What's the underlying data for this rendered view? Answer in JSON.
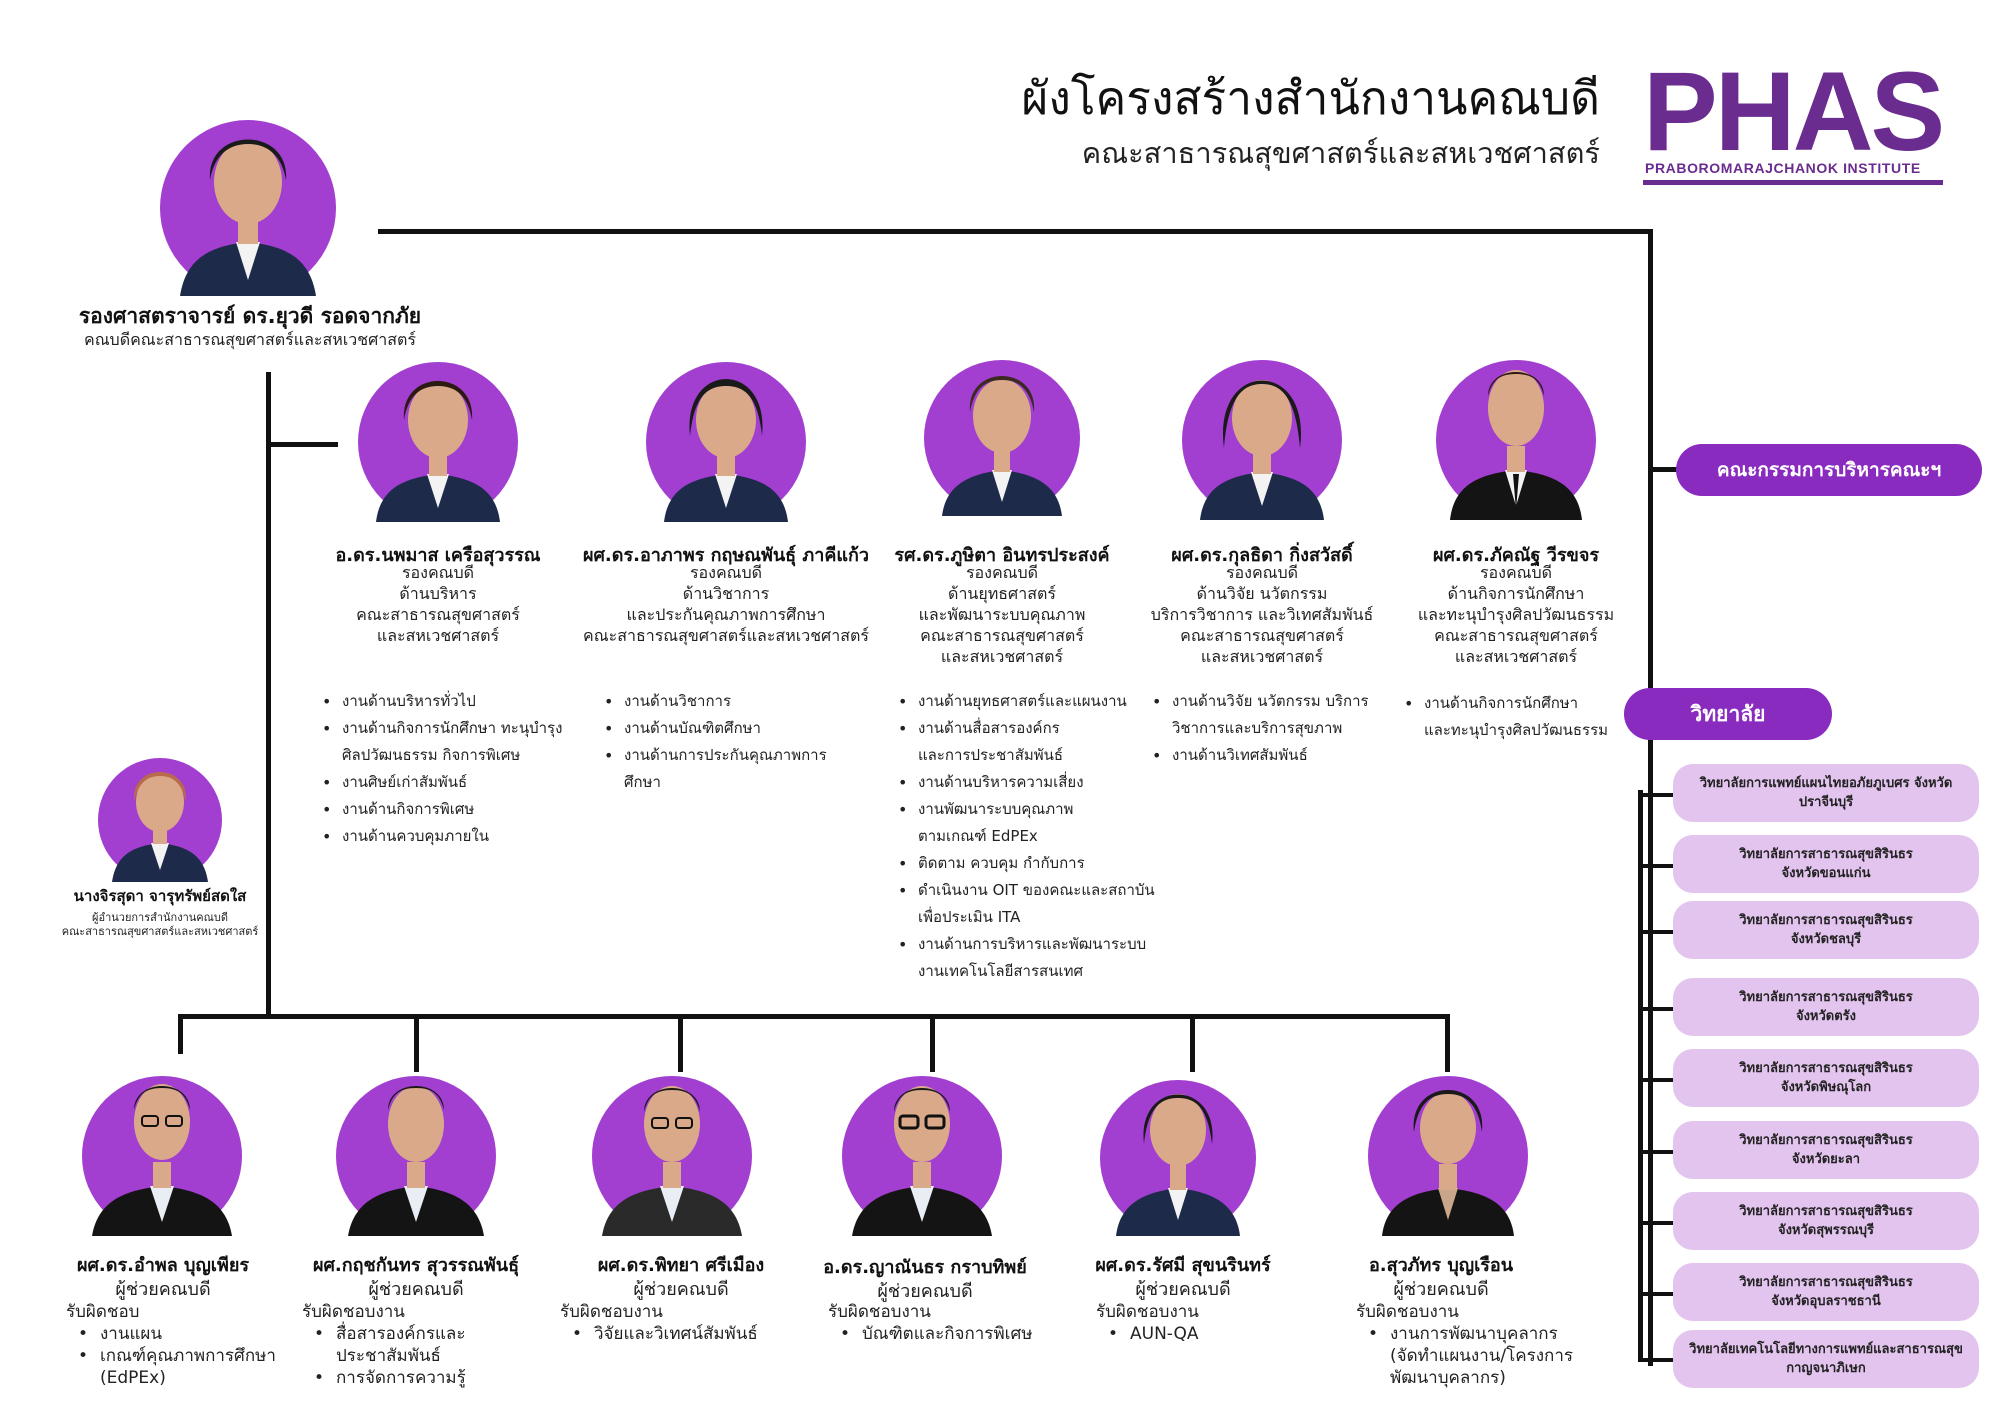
{
  "header": {
    "title": "ผังโครงสร้างสำนักงานคณบดี",
    "subtitle": "คณะสาธารณสุขศาสตร์และสหเวชศาสตร์"
  },
  "logo": {
    "text": "PHAS",
    "subtext": "PRABOROMARAJCHANOK INSTITUTE"
  },
  "dean": {
    "name": "รองศาสตราจารย์ ดร.ยุวดี รอดจากภัย",
    "title": "คณบดีคณะสาธารณสุขศาสตร์และสหเวชศาสตร์"
  },
  "director": {
    "name": "นางจิรสุดา จารุทรัพย์สดใส",
    "title_line1": "ผู้อำนวยการสำนักงานคณบดี",
    "title_line2": "คณะสาธารณสุขศาสตร์และสหเวชศาสตร์"
  },
  "vice_deans": [
    {
      "name": "อ.ดร.นพมาส เครือสุวรรณ",
      "role_lines": [
        "รองคณบดี",
        "ด้านบริหาร",
        "คณะสาธารณสุขศาสตร์",
        "และสหเวชศาสตร์"
      ],
      "duties": [
        [
          "งานด้านบริหารทั่วไป"
        ],
        [
          "งานด้านกิจการนักศึกษา ทะนุบำรุง",
          "ศิลปวัฒนธรรม กิจการพิเศษ"
        ],
        [
          "งานศิษย์เก่าสัมพันธ์"
        ],
        [
          "งานด้านกิจการพิเศษ"
        ],
        [
          "งานด้านควบคุมภายใน"
        ]
      ]
    },
    {
      "name": "ผศ.ดร.อาภาพร กฤษณพันธุ์ ภาคีแก้ว",
      "role_lines": [
        "รองคณบดี",
        "ด้านวิชาการ",
        "และประกันคุณภาพการศึกษา",
        "คณะสาธารณสุขศาสตร์และสหเวชศาสตร์"
      ],
      "duties": [
        [
          "งานด้านวิชาการ"
        ],
        [
          "งานด้านบัณฑิตศึกษา"
        ],
        [
          "งานด้านการประกันคุณภาพการ",
          "ศึกษา"
        ]
      ]
    },
    {
      "name": "รศ.ดร.ภูษิตา อินทรประสงค์",
      "role_lines": [
        "รองคณบดี",
        "ด้านยุทธศาสตร์",
        "และพัฒนาระบบคุณภาพ",
        "คณะสาธารณสุขศาสตร์",
        "และสหเวชศาสตร์"
      ],
      "duties": [
        [
          "งานด้านยุทธศาสตร์และแผนงาน"
        ],
        [
          "งานด้านสื่อสารองค์กร",
          "และการประชาสัมพันธ์"
        ],
        [
          "งานด้านบริหารความเสี่ยง"
        ],
        [
          "งานพัฒนาระบบคุณภาพ",
          "ตามเกณฑ์ EdPEx"
        ],
        [
          "ติดตาม ควบคุม กำกับการ"
        ],
        [
          "ดำเนินงาน OIT ของคณะและสถาบัน",
          "เพื่อประเมิน ITA"
        ],
        [
          "งานด้านการบริหารและพัฒนาระบบ",
          "งานเทคโนโลยีสารสนเทศ"
        ]
      ]
    },
    {
      "name": "ผศ.ดร.กุลธิดา กิ่งสวัสดิ์",
      "role_lines": [
        "รองคณบดี",
        "ด้านวิจัย นวัตกรรม",
        "บริการวิชาการ และวิเทศสัมพันธ์",
        "คณะสาธารณสุขศาสตร์",
        "และสหเวชศาสตร์"
      ],
      "duties": [
        [
          "งานด้านวิจัย นวัตกรรม บริการ",
          "วิชาการและบริการสุขภาพ"
        ],
        [
          "งานด้านวิเทศสัมพันธ์"
        ]
      ]
    },
    {
      "name": "ผศ.ดร.ภัคณัฐ วีรขจร",
      "role_lines": [
        "รองคณบดี",
        "ด้านกิจการนักศึกษา",
        "และทะนุบำรุงศิลปวัฒนธรรม",
        "คณะสาธารณสุขศาสตร์",
        "และสหเวชศาสตร์"
      ],
      "duties": [
        [
          "งานด้านกิจการนักศึกษา",
          "และทะนุบำรุงศิลปวัฒนธรรม"
        ]
      ]
    }
  ],
  "assistants": [
    {
      "name": "ผศ.ดร.อำพล บุญเพียร",
      "role": "ผู้ช่วยคณบดี",
      "resp_label": "รับผิดชอบ",
      "items": [
        [
          "งานแผน"
        ],
        [
          "เกณฑ์คุณภาพการศึกษา",
          "(EdPEx)"
        ]
      ]
    },
    {
      "name": "ผศ.กฤชกันทร สุวรรณพันธุ์",
      "role": "ผู้ช่วยคณบดี",
      "resp_label": "รับผิดชอบงาน",
      "items": [
        [
          "สื่อสารองค์กรและ",
          "ประชาสัมพันธ์"
        ],
        [
          "การจัดการความรู้"
        ]
      ]
    },
    {
      "name": "ผศ.ดร.พิทยา ศรีเมือง",
      "role": "ผู้ช่วยคณบดี",
      "resp_label": "รับผิดชอบงาน",
      "items": [
        [
          "วิจัยและวิเทศน์สัมพันธ์"
        ]
      ]
    },
    {
      "name": "อ.ดร.ญาณันธร กราบทิพย์",
      "role": "ผู้ช่วยคณบดี",
      "resp_label": "รับผิดชอบงาน",
      "items": [
        [
          "บัณฑิตและกิจการพิเศษ"
        ]
      ]
    },
    {
      "name": "ผศ.ดร.รัศมี สุขนรินทร์",
      "role": "ผู้ช่วยคณบดี",
      "resp_label": "รับผิดชอบงาน",
      "items": [
        [
          "AUN-QA"
        ]
      ]
    },
    {
      "name": "อ.สุวภัทร บุญเรือน",
      "role": "ผู้ช่วยคณบดี",
      "resp_label": "รับผิดชอบงาน",
      "items": [
        [
          "งานการพัฒนาบุคลากร",
          "(จัดทำแผนงาน/โครงการ",
          "พัฒนาบุคลากร)"
        ]
      ]
    }
  ],
  "committee": {
    "label": "คณะกรรมการบริหารคณะฯ"
  },
  "colleges": {
    "label": "วิทยาลัย",
    "items": [
      [
        "วิทยาลัยการแพทย์แผนไทยอภัยภูเบศร จังหวัด",
        "ปราจีนบุรี"
      ],
      [
        "วิทยาลัยการสาธารณสุขสิรินธร",
        "จังหวัดขอนแก่น"
      ],
      [
        "วิทยาลัยการสาธารณสุขสิรินธร",
        "จังหวัดชลบุรี"
      ],
      [
        "วิทยาลัยการสาธารณสุขสิรินธร",
        "จังหวัดตรัง"
      ],
      [
        "วิทยาลัยการสาธารณสุขสิรินธร",
        "จังหวัดพิษณุโลก"
      ],
      [
        "วิทยาลัยการสาธารณสุขสิรินธร",
        "จังหวัดยะลา"
      ],
      [
        "วิทยาลัยการสาธารณสุขสิรินธร",
        "จังหวัดสุพรรณบุรี"
      ],
      [
        "วิทยาลัยการสาธารณสุขสิรินธร",
        "จังหวัดอุบลราชธานี"
      ],
      [
        "วิทยาลัยเทคโนโลยีทางการแพทย์และสาธารณสุข",
        "กาญจนาภิเษก"
      ]
    ]
  },
  "colors": {
    "accent": "#8a2bbf",
    "disc": "#a23ed0",
    "college_pill": "#e3c4ee",
    "logo": "#6a2c8e",
    "line": "#111111"
  }
}
